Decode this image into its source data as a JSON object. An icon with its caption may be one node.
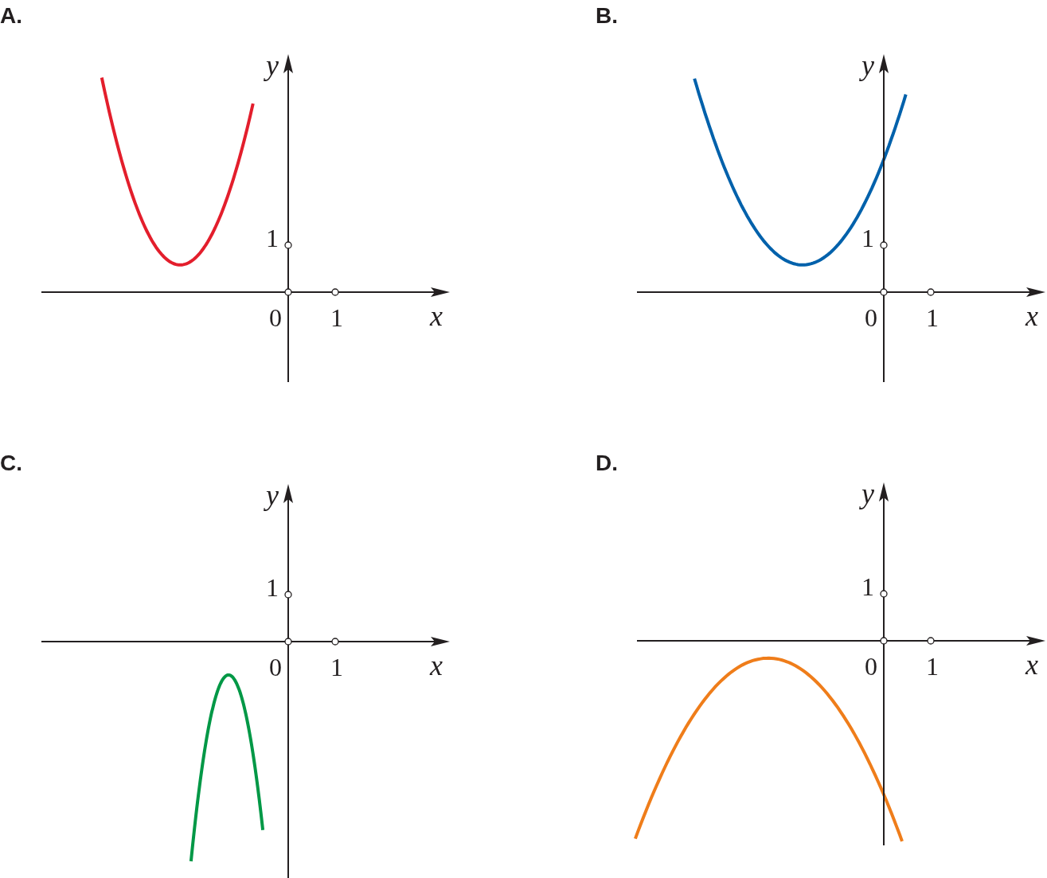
{
  "diagram": {
    "labels": [
      "A.",
      "y",
      "1",
      "0",
      "1",
      "x",
      "B.",
      "y",
      "1",
      "0",
      "1",
      "x",
      "C.",
      "y",
      "1",
      "0",
      "1",
      "x",
      "D.",
      "y",
      "1",
      "0",
      "1",
      "x"
    ]
  }
}
